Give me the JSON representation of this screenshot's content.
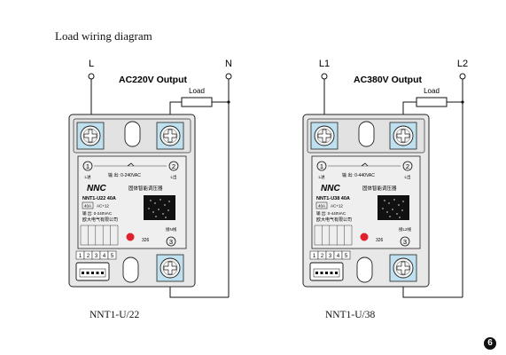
{
  "page": {
    "title": "Load wiring diagram",
    "page_number": "6"
  },
  "left": {
    "line_label": "L",
    "neutral_label": "N",
    "output_label": "AC220V Output",
    "load_label": "Load",
    "model_caption": "NNT1-U/22",
    "face": {
      "t1": "1",
      "t1_sub": "L进",
      "out_spec": "输 出: 0-240VAC",
      "t2": "2",
      "t2_sub": "L出",
      "brand": "NNC",
      "product": "固体智能调压器",
      "model": "NNT1-U22 40A",
      "rating": "40A",
      "ctrl": "AC+12",
      "out_line": "输 出: 0-240VAC",
      "maker": "欧大电气有限公司",
      "t3_sub": "接N线",
      "t3": "3",
      "code": "326",
      "pins": [
        "1",
        "2",
        "3",
        "4",
        "5"
      ]
    }
  },
  "right": {
    "line_label": "L1",
    "neutral_label": "L2",
    "output_label": "AC380V Output",
    "load_label": "Load",
    "model_caption": "NNT1-U/38",
    "face": {
      "t1": "1",
      "t1_sub": "L进",
      "out_spec": "输 出: 0-440VAC",
      "t2": "2",
      "t2_sub": "L出",
      "brand": "NNC",
      "product": "固体智能调压器",
      "model": "NNT1-U38 40A",
      "rating": "40A",
      "ctrl": "AC+12",
      "out_line": "输 出: 0-440VAC",
      "maker": "欧大电气有限公司",
      "t3_sub": "接L2线",
      "t3": "3",
      "code": "326",
      "pins": [
        "1",
        "2",
        "3",
        "4",
        "5"
      ]
    }
  },
  "colors": {
    "body": "#e8e8e8",
    "face": "#efefef",
    "screw": "#bfe0ee",
    "led": "#e0202a",
    "ink": "#111111"
  }
}
